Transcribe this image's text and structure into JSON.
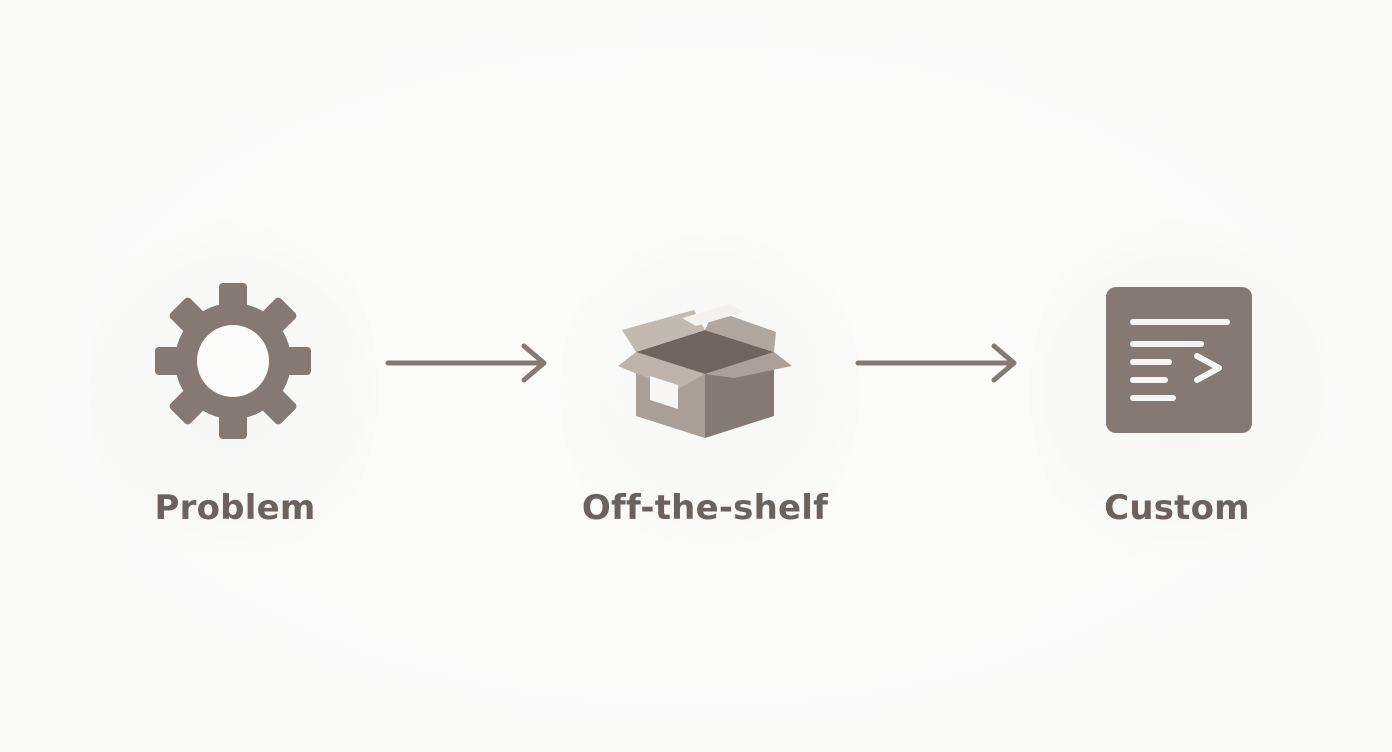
{
  "steps": [
    {
      "label": "Problem",
      "icon": "gear-icon"
    },
    {
      "label": "Off-the-shelf",
      "icon": "box-icon"
    },
    {
      "label": "Custom",
      "icon": "code-document-icon"
    }
  ],
  "connectors": [
    {
      "icon": "arrow-right-icon"
    },
    {
      "icon": "arrow-right-icon"
    }
  ],
  "colors": {
    "icon_dark": "#857a73",
    "icon_light": "#b5aba3",
    "label_text": "#6b625e",
    "background": "#fcfcfb"
  }
}
